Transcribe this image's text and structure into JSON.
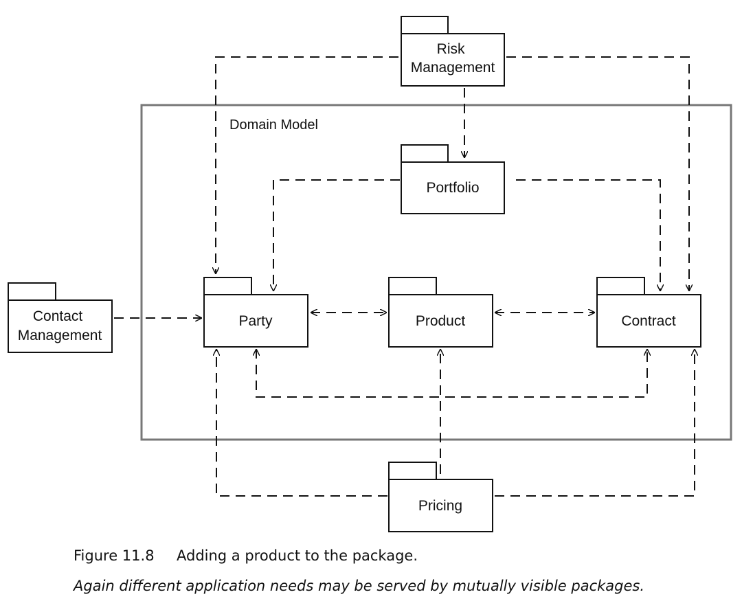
{
  "figure": {
    "number": "Figure 11.8",
    "title": "Adding a product to the package.",
    "subtitle": "Again different application needs may be served by mutually visible packages."
  },
  "domain_model": {
    "label": "Domain Model"
  },
  "packages": {
    "risk_management": [
      "Risk",
      "Management"
    ],
    "portfolio": "Portfolio",
    "contact_management": [
      "Contact",
      "Management"
    ],
    "party": "Party",
    "product": "Product",
    "contract": "Contract",
    "pricing": "Pricing"
  },
  "dependencies": [
    {
      "from": "Risk Management",
      "to": "Portfolio"
    },
    {
      "from": "Risk Management",
      "to": "Party"
    },
    {
      "from": "Risk Management",
      "to": "Contract"
    },
    {
      "from": "Portfolio",
      "to": "Party"
    },
    {
      "from": "Portfolio",
      "to": "Contract"
    },
    {
      "from": "Contact Management",
      "to": "Party"
    },
    {
      "from": "Party",
      "to": "Product",
      "bidirectional": true
    },
    {
      "from": "Product",
      "to": "Contract",
      "bidirectional": true
    },
    {
      "from": "Party",
      "to": "Contract",
      "bidirectional": true
    },
    {
      "from": "Pricing",
      "to": "Party"
    },
    {
      "from": "Pricing",
      "to": "Product"
    },
    {
      "from": "Pricing",
      "to": "Contract"
    }
  ]
}
